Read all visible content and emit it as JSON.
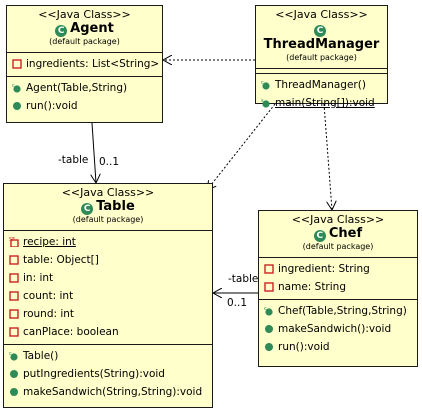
{
  "classes": {
    "agent": {
      "stereotype": "<<Java Class>>",
      "name": "Agent",
      "package": "(default package)",
      "fields": [
        {
          "text": "ingredients: List<String>",
          "vis": "private"
        }
      ],
      "methods": [
        {
          "text": "Agent(Table,String)",
          "vis": "constructor"
        },
        {
          "text": "run():void",
          "vis": "public"
        }
      ]
    },
    "threadmanager": {
      "stereotype": "<<Java Class>>",
      "name": "ThreadManager",
      "package": "(default package)",
      "fields": [],
      "methods": [
        {
          "text": "ThreadManager()",
          "vis": "constructor"
        },
        {
          "text": "main(String[]):void",
          "vis": "static"
        }
      ]
    },
    "table": {
      "stereotype": "<<Java Class>>",
      "name": "Table",
      "package": "(default package)",
      "fields": [
        {
          "text": "recipe: int",
          "vis": "static-final"
        },
        {
          "text": "table: Object[]",
          "vis": "private"
        },
        {
          "text": "in: int",
          "vis": "private"
        },
        {
          "text": "count: int",
          "vis": "private"
        },
        {
          "text": "round: int",
          "vis": "private"
        },
        {
          "text": "canPlace: boolean",
          "vis": "private"
        }
      ],
      "methods": [
        {
          "text": "Table()",
          "vis": "constructor"
        },
        {
          "text": "putIngredients(String):void",
          "vis": "public"
        },
        {
          "text": "makeSandwich(String,String):void",
          "vis": "public"
        }
      ]
    },
    "chef": {
      "stereotype": "<<Java Class>>",
      "name": "Chef",
      "package": "(default package)",
      "fields": [
        {
          "text": "ingredient: String",
          "vis": "private"
        },
        {
          "text": "name: String",
          "vis": "private"
        }
      ],
      "methods": [
        {
          "text": "Chef(Table,String,String)",
          "vis": "constructor"
        },
        {
          "text": "makeSandwich():void",
          "vis": "public"
        },
        {
          "text": "run():void",
          "vis": "public"
        }
      ]
    }
  },
  "associations": {
    "agent_table": {
      "role": "-table",
      "multiplicity": "0..1"
    },
    "chef_table": {
      "role": "-table",
      "multiplicity": "0..1"
    }
  },
  "colors": {
    "class_fill": "#ffffcc",
    "class_icon": "#2e8b57",
    "private_icon": "#cc2222",
    "public_icon": "#2e8b57"
  }
}
